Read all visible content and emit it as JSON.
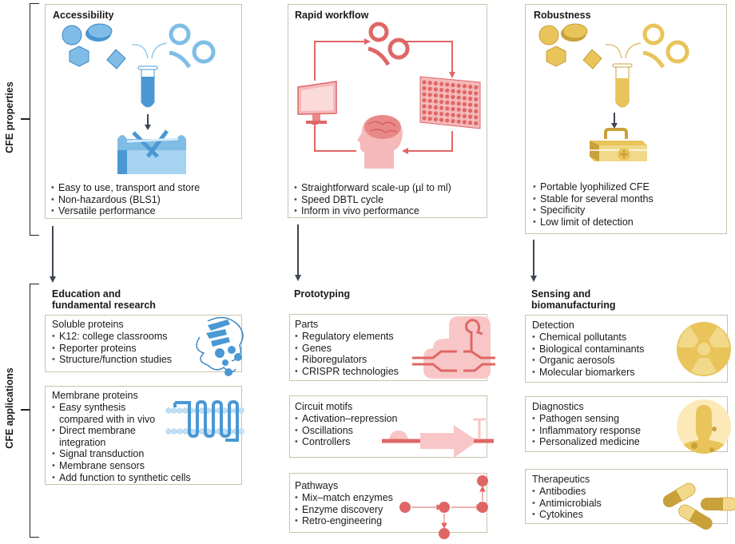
{
  "side_labels": {
    "properties": "CFE properties",
    "applications": "CFE applications"
  },
  "properties": [
    {
      "title": "Accessibility",
      "color": "#4a98d3",
      "bullets": [
        "Easy to use, transport and store",
        "Non-hazardous (BLS1)",
        "Versatile performance"
      ]
    },
    {
      "title": "Rapid workflow",
      "color": "#e06666",
      "bullets": [
        "Straightforward scale-up (µl to ml)",
        "Speed DBTL cycle",
        "Inform in vivo performance"
      ]
    },
    {
      "title": "Robustness",
      "color": "#e8c45a",
      "bullets": [
        "Portable lyophilized CFE",
        "Stable for several months",
        "Specificity",
        "Low limit of detection"
      ]
    }
  ],
  "applications": [
    {
      "heading": "Education and fundamental research",
      "boxes": [
        {
          "title": "Soluble proteins",
          "bullets": [
            "K12: college classrooms",
            "Reporter proteins",
            "Structure/function studies"
          ]
        },
        {
          "title": "Membrane proteins",
          "bullets": [
            "Easy synthesis compared with in vivo",
            "Direct membrane integration",
            "Signal transduction",
            "Membrane sensors",
            "Add function to synthetic cells"
          ]
        }
      ]
    },
    {
      "heading": "Prototyping",
      "boxes": [
        {
          "title": "Parts",
          "bullets": [
            "Regulatory elements",
            "Genes",
            "Riboregulators",
            "CRISPR technologies"
          ]
        },
        {
          "title": "Circuit motifs",
          "bullets": [
            "Activation–repression",
            "Oscillations",
            "Controllers"
          ]
        },
        {
          "title": "Pathways",
          "bullets": [
            "Mix–match enzymes",
            "Enzyme discovery",
            "Retro-engineering"
          ]
        }
      ]
    },
    {
      "heading": "Sensing and biomanufacturing",
      "boxes": [
        {
          "title": "Detection",
          "bullets": [
            "Chemical pollutants",
            "Biological contaminants",
            "Organic aerosols",
            "Molecular biomarkers"
          ]
        },
        {
          "title": "Diagnostics",
          "bullets": [
            "Pathogen sensing",
            "Inflammatory response",
            "Personalized medicine"
          ]
        },
        {
          "title": "Therapeutics",
          "bullets": [
            "Antibodies",
            "Antimicrobials",
            "Cytokines"
          ]
        }
      ]
    }
  ]
}
